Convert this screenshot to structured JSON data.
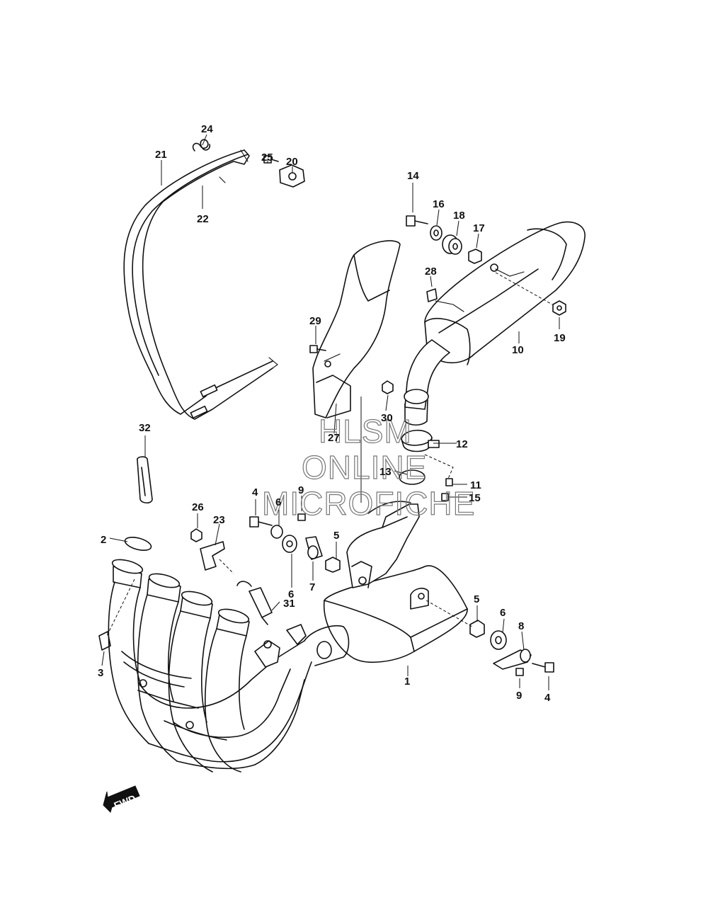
{
  "callouts": {
    "p1": "1",
    "p2": "2",
    "p3": "3",
    "p4a": "4",
    "p4b": "4",
    "p5a": "5",
    "p5b": "5",
    "p6a": "6",
    "p6b": "6",
    "p6c": "6",
    "p7": "7",
    "p8": "8",
    "p9a": "9",
    "p9b": "9",
    "p10": "10",
    "p11": "11",
    "p12": "12",
    "p13": "13",
    "p14": "14",
    "p15": "15",
    "p16": "16",
    "p17": "17",
    "p18": "18",
    "p19": "19",
    "p20": "20",
    "p21": "21",
    "p22": "22",
    "p23": "23",
    "p24": "24",
    "p25": "25",
    "p26": "26",
    "p27": "27",
    "p28": "28",
    "p29": "29",
    "p30": "30",
    "p31": "31",
    "p32": "32"
  },
  "watermark": {
    "line1": "HLSM",
    "line2": "ONLINE",
    "line3": "MICROFICHE"
  },
  "fwd_label": "FWD"
}
